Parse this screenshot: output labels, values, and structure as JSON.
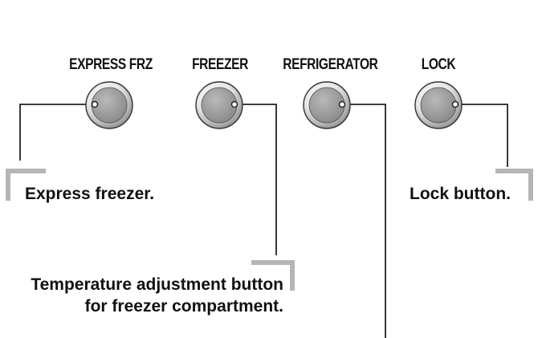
{
  "buttons": [
    {
      "id": "express-frz",
      "label": "EXPRESS FRZ"
    },
    {
      "id": "freezer",
      "label": "FREEZER"
    },
    {
      "id": "refrigerator",
      "label": "REFRIGERATOR"
    },
    {
      "id": "lock",
      "label": "LOCK"
    }
  ],
  "callouts": {
    "express": "Express freezer.",
    "lock": "Lock button.",
    "freezer_line1": "Temperature adjustment button",
    "freezer_line2": "for freezer compartment."
  },
  "colors": {
    "line": "#222222",
    "bracket": "#b5b5b5",
    "button_face": "#9b9b9b",
    "button_ring": "#e4e4e4"
  }
}
